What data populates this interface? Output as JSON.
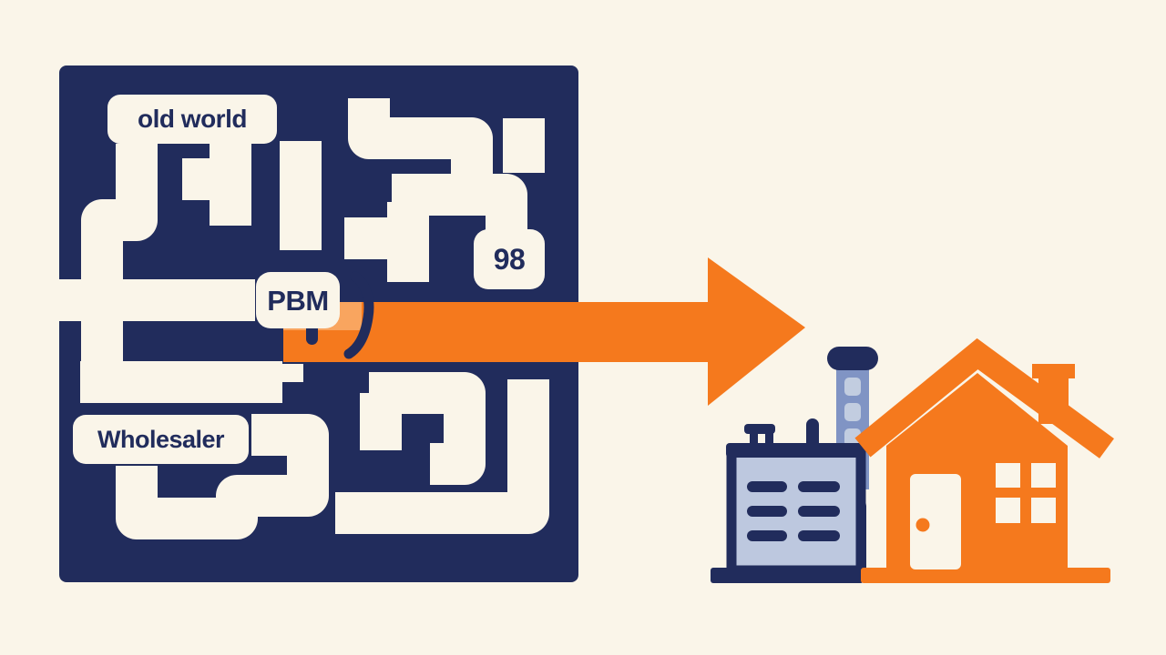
{
  "scene": {
    "description": "Conceptual illustration: an arrow breaks out of an old-world maze toward a factory and a house",
    "background_color": "#faf5e9",
    "labels": {
      "old_world": "old world",
      "pbm": "PBM",
      "number": "98",
      "wholesaler": "Wholesaler"
    },
    "colors": {
      "maze_navy": "#212c5c",
      "path_cream": "#faf5e9",
      "arrow_orange": "#f5791d",
      "arrow_highlight": "#f9a55f",
      "factory_body": "#bdc8df",
      "factory_chimney": "#8094c4",
      "chimney_window": "#c2cde0",
      "house_orange": "#f5791d",
      "door_cream": "#faf5e9"
    },
    "icons": [
      "maze-icon",
      "arrow-right-icon",
      "factory-icon",
      "house-icon"
    ]
  }
}
